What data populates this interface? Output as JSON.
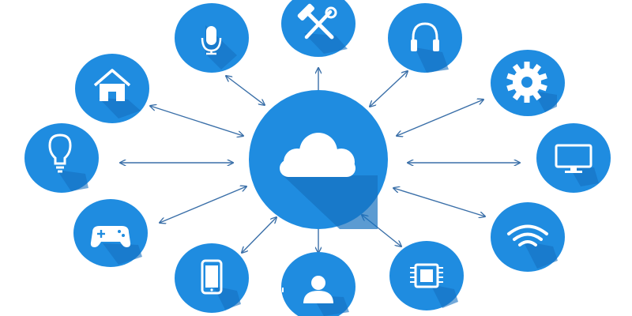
{
  "diagram": {
    "hub": {
      "icon": "cloud-icon"
    },
    "nodes": [
      {
        "id": "microphone",
        "icon": "microphone-icon"
      },
      {
        "id": "tools",
        "icon": "hammer-wrench-icon"
      },
      {
        "id": "headphones",
        "icon": "headphones-icon"
      },
      {
        "id": "home",
        "icon": "house-icon"
      },
      {
        "id": "settings",
        "icon": "gear-icon"
      },
      {
        "id": "lightbulb",
        "icon": "lightbulb-icon"
      },
      {
        "id": "monitor",
        "icon": "monitor-icon"
      },
      {
        "id": "gamepad",
        "icon": "gamepad-icon"
      },
      {
        "id": "wifi",
        "icon": "wifi-icon"
      },
      {
        "id": "smartphone",
        "icon": "smartphone-icon"
      },
      {
        "id": "user",
        "icon": "user-icon"
      },
      {
        "id": "chip",
        "icon": "chip-icon"
      }
    ],
    "connections": "bidirectional"
  },
  "colors": {
    "node_fill": "#1f8ce0",
    "node_shadow": "#1670bf",
    "icon": "#ffffff",
    "icon_shadow": "#0f5ea3",
    "arrow": "#3a6fa8"
  }
}
